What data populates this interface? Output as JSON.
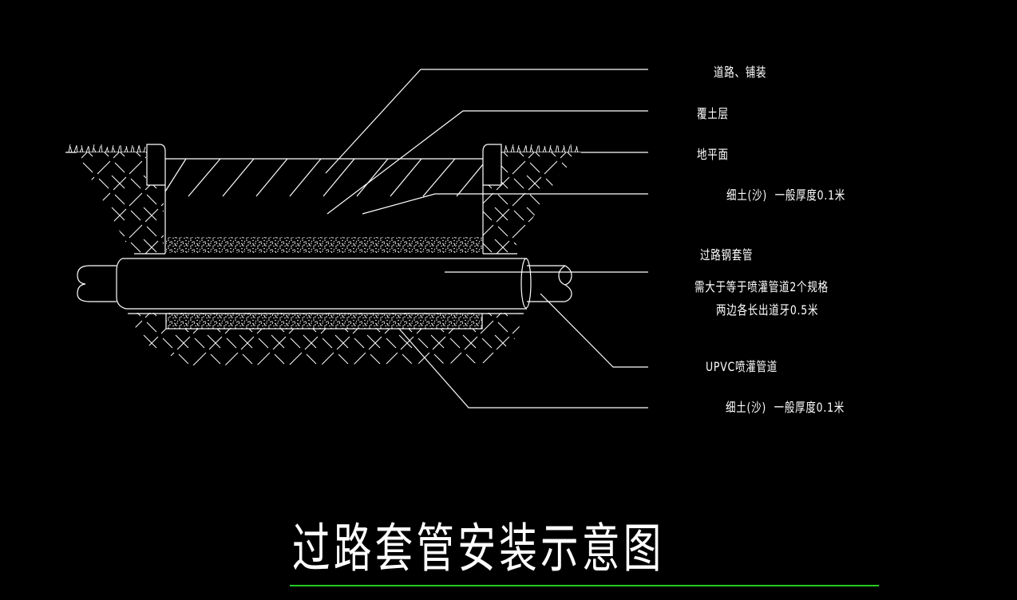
{
  "drawing": {
    "title": "过路套管安装示意图",
    "colors": {
      "background": "#000000",
      "linework": "#ffffff",
      "title_underline": "#22cc22"
    },
    "labels": {
      "road_paving": "道路、铺装",
      "cover_soil": "覆土层",
      "ground_level": "地平面",
      "fine_soil_top": "细土(沙)  一般厚度0.1米",
      "steel_casing": "过路钢套管",
      "casing_note_1": "需大于等于喷灌管道2个规格",
      "casing_note_2": "两边各长出道牙0.5米",
      "upvc_pipe": "UPVC喷灌管道",
      "fine_soil_bottom": "细土(沙)  一般厚度0.1米"
    }
  }
}
